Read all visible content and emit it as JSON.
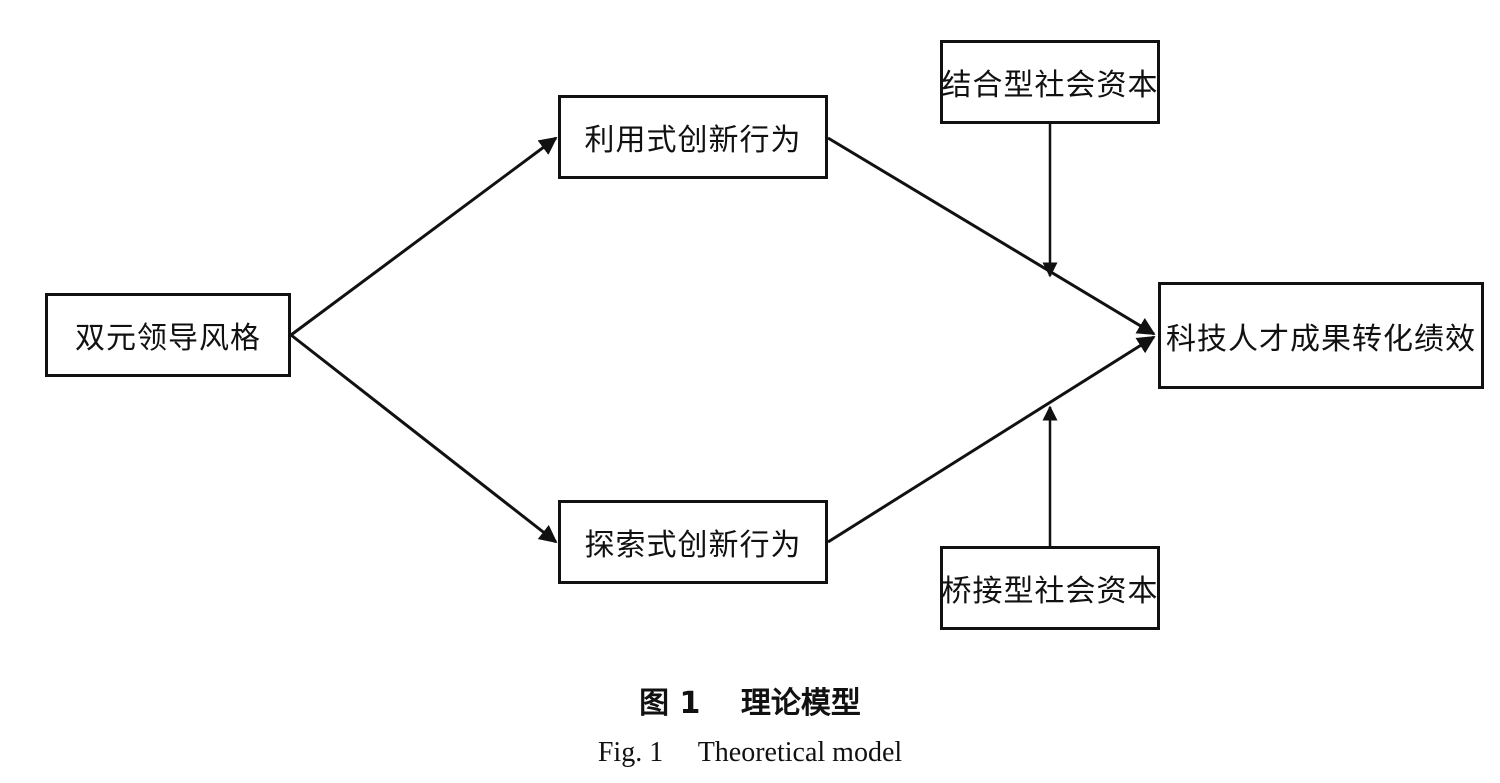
{
  "diagram": {
    "nodes": {
      "leadership": "双元领导风格",
      "exploitative": "利用式创新行为",
      "exploratory": "探索式创新行为",
      "bonding_capital": "结合型社会资本",
      "bridging_capital": "桥接型社会资本",
      "performance": "科技人才成果转化绩效"
    },
    "edges": [
      {
        "from": "leadership",
        "to": "exploitative"
      },
      {
        "from": "leadership",
        "to": "exploratory"
      },
      {
        "from": "exploitative",
        "to": "performance"
      },
      {
        "from": "exploratory",
        "to": "performance"
      },
      {
        "from": "bonding_capital",
        "to": "exploitative-performance path",
        "type": "moderation"
      },
      {
        "from": "bridging_capital",
        "to": "exploratory-performance path",
        "type": "moderation"
      }
    ]
  },
  "caption": {
    "cn": "图 1　 理论模型",
    "en": "Fig. 1　 Theoretical model"
  }
}
